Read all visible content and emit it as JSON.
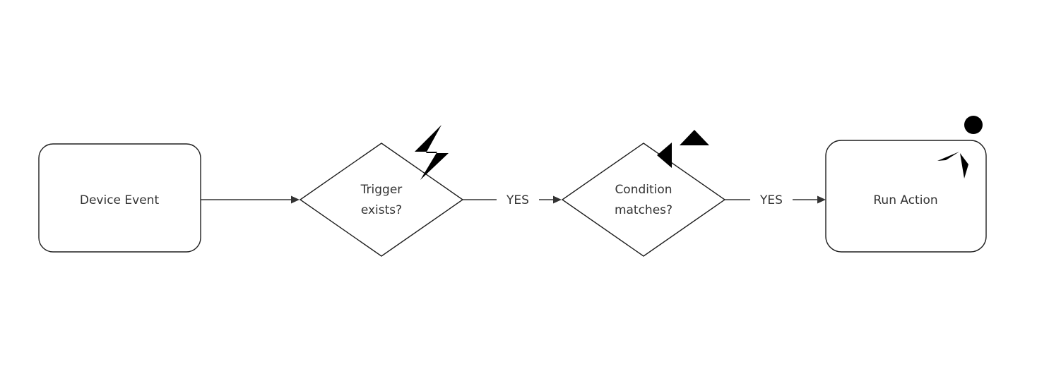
{
  "diagram": {
    "type": "flowchart",
    "title": "",
    "background_color": "#ffffff",
    "stroke_color": "#1f1f1f",
    "text_color": "#333333",
    "nodes": [
      {
        "id": "device-event",
        "label": "Device Event",
        "shape": "rounded-rectangle",
        "icon": null
      },
      {
        "id": "trigger-exists",
        "label_line1": "Trigger",
        "label_line2": "exists?",
        "shape": "diamond",
        "icon": "lightning-bolt-icon"
      },
      {
        "id": "condition-matches",
        "label_line1": "Condition",
        "label_line2": "matches?",
        "shape": "diamond",
        "icon": "branch-arrows-icon"
      },
      {
        "id": "run-action",
        "label": "Run Action",
        "shape": "rounded-rectangle",
        "icon": "running-person-icon"
      }
    ],
    "edges": [
      {
        "id": "edge-1",
        "from": "device-event",
        "to": "trigger-exists",
        "label": ""
      },
      {
        "id": "edge-2",
        "from": "trigger-exists",
        "to": "condition-matches",
        "label": "YES"
      },
      {
        "id": "edge-3",
        "from": "condition-matches",
        "to": "run-action",
        "label": "YES"
      }
    ]
  }
}
